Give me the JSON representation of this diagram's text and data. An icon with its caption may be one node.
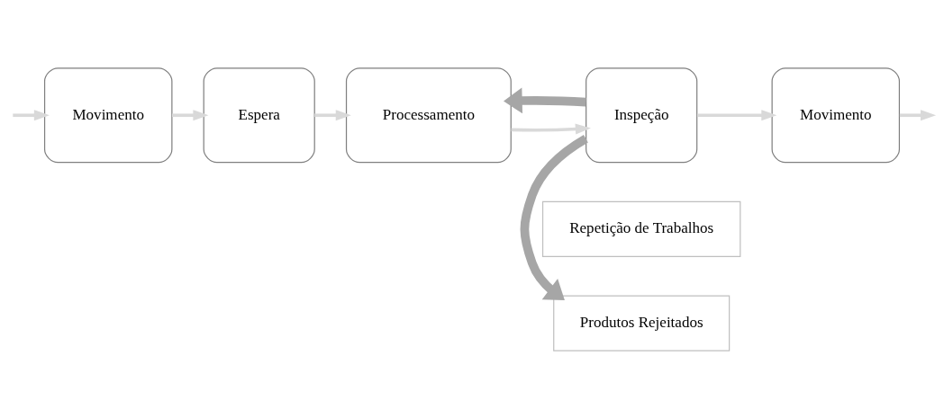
{
  "diagram": {
    "nodes": [
      {
        "text": [
          "Movimento"
        ]
      },
      {
        "text": [
          "Espera"
        ]
      },
      {
        "text": [
          "Processamento"
        ]
      },
      {
        "text": [
          "Inspeção"
        ]
      },
      {
        "text": [
          "Movimento"
        ]
      },
      {
        "text": [
          "Produtos Rejeitados"
        ]
      },
      {
        "text": [
          "Repetição de Trabalhos"
        ]
      }
    ],
    "edges": [
      {
        "from": null,
        "to": 0,
        "arrow": "to"
      },
      {
        "from": 0,
        "to": 1,
        "arrow": "to"
      },
      {
        "from": 1,
        "to": 2,
        "arrow": "to"
      },
      {
        "from": 2,
        "to": 3,
        "arrow": "to"
      },
      {
        "from": 3,
        "to": 4,
        "arrow": "to"
      },
      {
        "from": 4,
        "to": null,
        "arrow": "to"
      },
      {
        "from": 3,
        "to": 5,
        "arrow": "to",
        "style": "thick",
        "color": "#a6a6a6"
      },
      {
        "from": 3,
        "to": 2,
        "arrow": "to",
        "style": "thick",
        "color": "#a6a6a6"
      }
    ]
  }
}
